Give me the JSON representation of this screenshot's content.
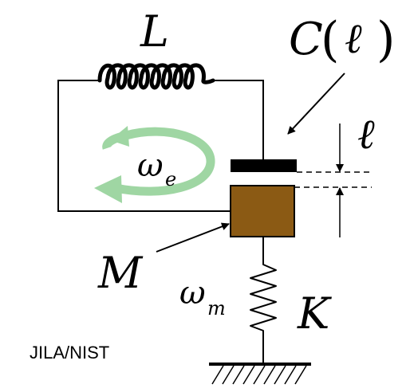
{
  "labels": {
    "inductor_symbol": "L",
    "capacitor_symbol": "C",
    "capacitor_open_paren": "(",
    "capacitor_arg": "ℓ",
    "capacitor_close_paren": ")",
    "gap_symbol": "ℓ",
    "electrical_freq_symbol": "ω",
    "electrical_freq_subscript": "e",
    "mass_symbol": "M",
    "mechanical_freq_symbol": "ω",
    "mechanical_freq_subscript": "m",
    "spring_symbol": "K",
    "credit": "JILA/NIST"
  },
  "colors": {
    "line": "#000000",
    "mass_fill": "#8b5a14",
    "mass_stroke": "#000000",
    "plate": "#000000",
    "circulation_arrow": "#9fd6a3"
  }
}
